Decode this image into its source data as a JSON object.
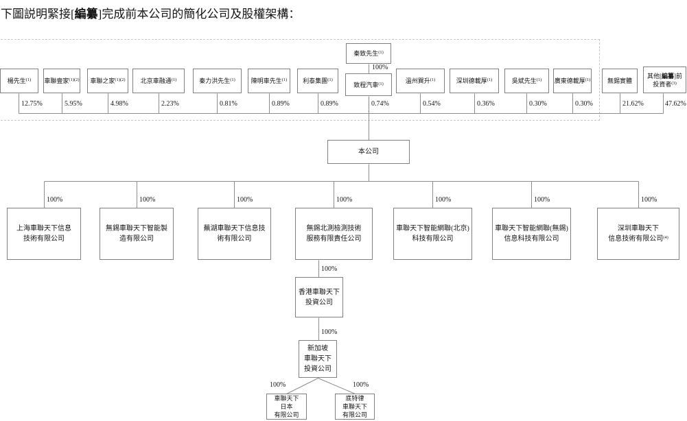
{
  "page_title": {
    "prefix": "下圖説明緊接[",
    "redacted": "編纂",
    "suffix": "]完成前本公司的簡化公司及股權架構："
  },
  "diagram": {
    "company_label": "本公司",
    "nodes": [
      {
        "id": "qin-zhi",
        "lines": [
          "秦致先生"
        ],
        "sup": "(1)",
        "ownership": "100%"
      },
      {
        "id": "yang",
        "lines": [
          "楊先生"
        ],
        "sup": "(1)",
        "ownership": "12.75%"
      },
      {
        "id": "chelian-yijia",
        "lines": [
          "車聯壹家"
        ],
        "sup": "(1)(2)",
        "ownership": "5.95%"
      },
      {
        "id": "chelian-zhijia",
        "lines": [
          "車聯之家"
        ],
        "sup": "(1)(2)",
        "ownership": "4.98%"
      },
      {
        "id": "beijing-cherongtong",
        "lines": [
          "北京車融通"
        ],
        "sup": "(1)",
        "ownership": "2.23%"
      },
      {
        "id": "qin-lihong",
        "lines": [
          "秦力洪先生"
        ],
        "sup": "(1)",
        "ownership": "0.81%"
      },
      {
        "id": "chen-mingche",
        "lines": [
          "陳明車先生"
        ],
        "sup": "(1)",
        "ownership": "0.89%"
      },
      {
        "id": "litai-group",
        "lines": [
          "利泰集團"
        ],
        "sup": "(1)",
        "ownership": "0.89%"
      },
      {
        "id": "zhicheng-auto",
        "lines": [
          "致程汽車"
        ],
        "sup": "(1)",
        "ownership": "0.74%"
      },
      {
        "id": "wenzhou-xunsheng",
        "lines": [
          "溫州巽升"
        ],
        "sup": "(1)",
        "ownership": "0.54%"
      },
      {
        "id": "shenzhen-dezaihou",
        "lines": [
          "深圳德載厚"
        ],
        "sup": "(1)",
        "ownership": "0.36%"
      },
      {
        "id": "wu-bin",
        "lines": [
          "吳斌先生"
        ],
        "sup": "(1)",
        "ownership": "0.30%"
      },
      {
        "id": "guangdong-dezaihou",
        "lines": [
          "廣東德載厚"
        ],
        "sup": "(1)",
        "ownership": "0.30%"
      },
      {
        "id": "wuxi-entity",
        "lines": [
          "無錫實體"
        ],
        "sup": "",
        "ownership": "21.62%"
      },
      {
        "id": "other-investors",
        "lines": [
          "其他[編纂]前",
          "投資者"
        ],
        "sup": "(3)",
        "ownership": "47.62%"
      },
      {
        "id": "company",
        "lines": [
          "本公司"
        ],
        "sup": "",
        "ownership": ""
      },
      {
        "id": "sub-shanghai",
        "lines": [
          "上海車聯天下信息",
          "技術有限公司"
        ],
        "sup": "",
        "ownership": "100%"
      },
      {
        "id": "sub-wuxi-mfg",
        "lines": [
          "無錫車聯天下智能製",
          "造有限公司"
        ],
        "sup": "",
        "ownership": "100%"
      },
      {
        "id": "sub-wuhu",
        "lines": [
          "蕪湖車聯天下信息技",
          "術有限公司"
        ],
        "sup": "",
        "ownership": "100%"
      },
      {
        "id": "sub-wuxi-beice",
        "lines": [
          "無錫北測檢測技術",
          "服務有限責任公司"
        ],
        "sup": "",
        "ownership": "100%"
      },
      {
        "id": "sub-beijing-tech",
        "lines": [
          "車聯天下智能網聯(北京)",
          "科技有限公司"
        ],
        "sup": "",
        "ownership": "100%"
      },
      {
        "id": "sub-wuxi-info",
        "lines": [
          "車聯天下智能網聯(無錫)",
          "信息科技有限公司"
        ],
        "sup": "",
        "ownership": "100%"
      },
      {
        "id": "sub-shenzhen",
        "lines": [
          "深圳車聯天下",
          "信息技術有限公司"
        ],
        "sup": "(4)",
        "ownership": "100%"
      },
      {
        "id": "hk-invest",
        "lines": [
          "香港車聯天下",
          "投資公司"
        ],
        "sup": "",
        "ownership": "100%"
      },
      {
        "id": "sg-invest",
        "lines": [
          "新加坡",
          "車聯天下",
          "投資公司"
        ],
        "sup": "",
        "ownership": "100%"
      },
      {
        "id": "japan-sub",
        "lines": [
          "車聯天下",
          "日本",
          "有限公司"
        ],
        "sup": "",
        "ownership": "100%"
      },
      {
        "id": "detroit-sub",
        "lines": [
          "底特律",
          "車聯天下",
          "有限公司"
        ],
        "sup": "",
        "ownership": "100%"
      }
    ]
  }
}
